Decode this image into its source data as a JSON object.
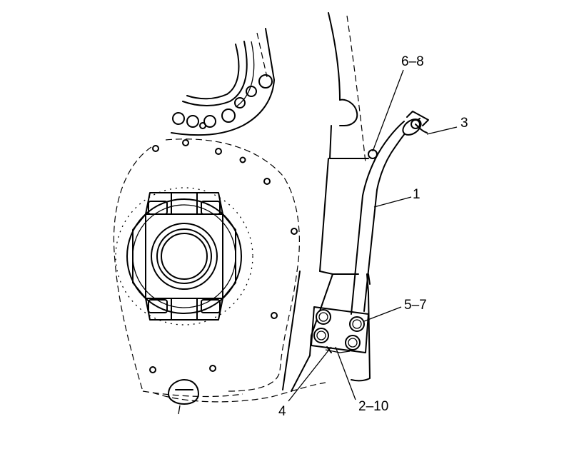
{
  "callouts": {
    "c1": "1",
    "c3": "3",
    "c4": "4",
    "c2_10": "2–10",
    "c5_7": "5–7",
    "c6_8": "6–8"
  }
}
